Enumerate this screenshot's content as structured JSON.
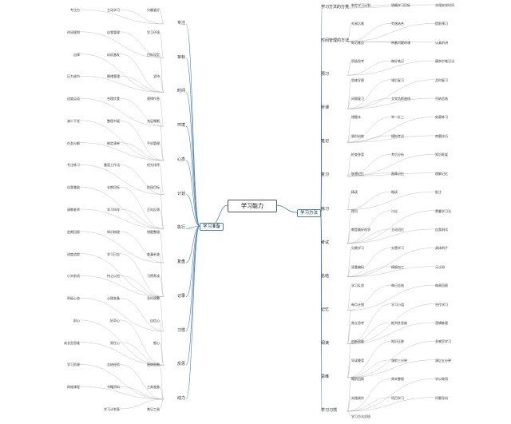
{
  "root": {
    "label": "学习能力"
  },
  "branches": {
    "left": {
      "label": "学习准备"
    },
    "right": {
      "label": "学习方法"
    }
  },
  "left_level1": [
    "专注",
    "目标",
    "时间",
    "环境",
    "心态",
    "计划",
    "执行",
    "复盘",
    "记录",
    "习惯",
    "反思",
    "动力"
  ],
  "right_level1": [
    "学习方法的分类",
    "时间管理的方法",
    "预习",
    "听课",
    "笔记",
    "复习",
    "练习",
    "考试",
    "总结",
    "记忆",
    "阅读",
    "思维",
    "学习习惯"
  ],
  "left_leaves": [
    "兴趣爱好",
    "主动学习",
    "专注力",
    "学习环境",
    "自我管理",
    "时间规划",
    "目标设定",
    "动机激发",
    "自律",
    "坚持",
    "情绪管理",
    "压力调节",
    "规律作息",
    "合理饮食",
    "适度运动",
    "充足睡眠",
    "整理书桌",
    "减少干扰",
    "手机管理",
    "制定清单",
    "任务分解",
    "优先排序",
    "番茄工作法",
    "专注练习",
    "阶段目标",
    "长期目标",
    "自我激励",
    "正向反馈",
    "学习伙伴",
    "请教老师",
    "错题整理",
    "知识梳理",
    "定期回顾",
    "查漏补缺",
    "学习日志",
    "进度追踪",
    "习惯养成",
    "持之以恒",
    "小步前进",
    "及时调整",
    "心理准备",
    "积极心态",
    "自信心",
    "好奇心",
    "耐心",
    "细心",
    "责任心",
    "成长型思维",
    "接纳失败",
    "总结经验",
    "学习资源",
    "工具准备",
    "书籍资料",
    "网络课程",
    "笔记工具",
    "学习计划表"
  ],
  "right_leaves": [
    "制定学习计划",
    "明确学习目标",
    "合理安排时间",
    "先易后难",
    "劳逸结合",
    "提前预习",
    "标记难点",
    "带着问题听课",
    "认真听讲",
    "积极思考",
    "做好笔记",
    "康奈尔笔记法",
    "思维导图",
    "课后复习",
    "及时复习",
    "间隔复习",
    "艾宾浩斯曲线",
    "归纳总结",
    "错题本",
    "举一反三",
    "刻意练习",
    "限时训练",
    "模拟考试",
    "审题技巧",
    "检查答案",
    "考后分析",
    "知识框架",
    "联想记忆",
    "图像记忆",
    "理解记忆",
    "精读",
    "略读",
    "批注",
    "提问",
    "讨论",
    "费曼学习法",
    "教是最好的学",
    "主动回忆",
    "自我测试",
    "分散学习",
    "交替学习",
    "具体例子",
    "双重编码",
    "精细加工",
    "元认知",
    "学习反思",
    "每日总结",
    "每周回顾",
    "每月计划",
    "学习小组",
    "合作学习",
    "独立思考",
    "批判性思维",
    "逻辑推理",
    "创新思维",
    "知识迁移",
    "多感官学习",
    "早读晚背",
    "课前三分钟",
    "课后五分钟",
    "睡前回顾",
    "周末整理",
    "学以致用",
    "实践操作",
    "项目学习",
    "问题导向",
    "学习方法总结"
  ]
}
